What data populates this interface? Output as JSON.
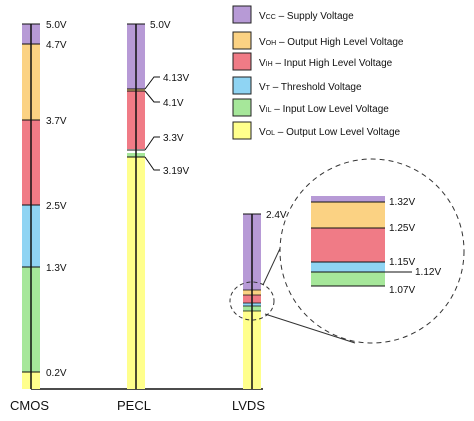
{
  "colors": {
    "vcc": "#b79ad6",
    "voh": "#fbd283",
    "vih": "#f07b86",
    "vt": "#8fd4f3",
    "vil": "#a6e79a",
    "vol": "#ffff8c"
  },
  "legend": [
    {
      "key": "vcc",
      "prefix": "V",
      "sub": "CC",
      "text": " – Supply Voltage"
    },
    {
      "key": "voh",
      "prefix": "V",
      "sub": "OH",
      "text": " – Output High Level Voltage"
    },
    {
      "key": "vih",
      "prefix": "V",
      "sub": "IH",
      "text": " – Input High Level Voltage"
    },
    {
      "key": "vt",
      "prefix": "V",
      "sub": "T",
      "text": " – Threshold Voltage"
    },
    {
      "key": "vil",
      "prefix": "V",
      "sub": "IL",
      "text": " – Input Low Level Voltage"
    },
    {
      "key": "vol",
      "prefix": "V",
      "sub": "OL",
      "text": " – Output Low Level Voltage"
    }
  ],
  "columns": {
    "cmos": {
      "name": "CMOS",
      "segments": [
        {
          "key": "vol",
          "from": 0,
          "to": 0.2
        },
        {
          "key": "vil",
          "from": 0.2,
          "to": 1.3
        },
        {
          "key": "vt",
          "from": 1.3,
          "to": 2.5
        },
        {
          "key": "vih",
          "from": 2.5,
          "to": 3.7
        },
        {
          "key": "voh",
          "from": 3.7,
          "to": 4.7
        },
        {
          "key": "vcc",
          "from": 4.7,
          "to": 5.0
        }
      ],
      "labels": [
        "0.2V",
        "1.3V",
        "2.5V",
        "3.7V",
        "4.7V",
        "5.0V"
      ]
    },
    "pecl": {
      "name": "PECL",
      "segments": [
        {
          "key": "vol",
          "from": 0,
          "to": 3.19
        },
        {
          "key": "vil",
          "from": 3.19,
          "to": 3.25
        },
        {
          "key": "vih",
          "from": 3.3,
          "to": 4.1
        },
        {
          "key": "voh",
          "from": 4.1,
          "to": 4.13
        },
        {
          "key": "vcc",
          "from": 4.13,
          "to": 5.0
        }
      ],
      "labels": [
        "3.19V",
        "3.3V",
        "4.1V",
        "4.13V",
        "5.0V"
      ]
    },
    "lvds": {
      "name": "LVDS",
      "segments": [
        {
          "key": "vol",
          "from": 0,
          "to": 1.07
        },
        {
          "key": "vil",
          "from": 1.07,
          "to": 1.12
        },
        {
          "key": "vt",
          "from": 1.12,
          "to": 1.15
        },
        {
          "key": "vih",
          "from": 1.15,
          "to": 1.25
        },
        {
          "key": "voh",
          "from": 1.25,
          "to": 1.32
        },
        {
          "key": "vcc",
          "from": 1.32,
          "to": 2.4
        }
      ],
      "labels": [
        "2.4V"
      ]
    }
  },
  "zoom_labels": [
    "1.32V",
    "1.25V",
    "1.15V",
    "1.12V",
    "1.07V"
  ]
}
